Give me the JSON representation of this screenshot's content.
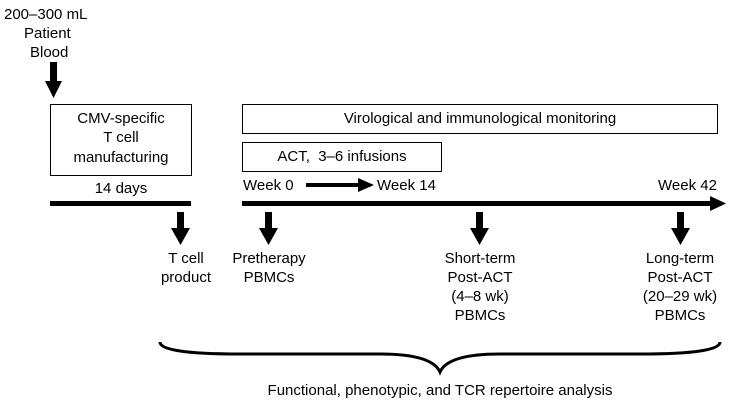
{
  "blood_source": {
    "line1": "200–300 mL",
    "line2": "Patient",
    "line3": "Blood"
  },
  "manufacturing_box": {
    "line1": "CMV-specific",
    "line2": "T cell",
    "line3": "manufacturing"
  },
  "manufacturing_duration": "14 days",
  "monitoring_box": "Virological and immunological monitoring",
  "act_box": "ACT,  3–6 infusions",
  "timeline": {
    "week_start": "Week 0",
    "week_mid": "Week 14",
    "week_end": "Week 42"
  },
  "samples": {
    "product": {
      "line1": "T cell",
      "line2": "product"
    },
    "pretherapy": {
      "line1": "Pretherapy",
      "line2": "PBMCs"
    },
    "short_term": {
      "line1": "Short-term",
      "line2": "Post-ACT",
      "line3": "(4–8 wk)",
      "line4": "PBMCs"
    },
    "long_term": {
      "line1": "Long-term",
      "line2": "Post-ACT",
      "line3": "(20–29 wk)",
      "line4": "PBMCs"
    }
  },
  "analysis_label": "Functional, phenotypic, and TCR repertoire analysis"
}
